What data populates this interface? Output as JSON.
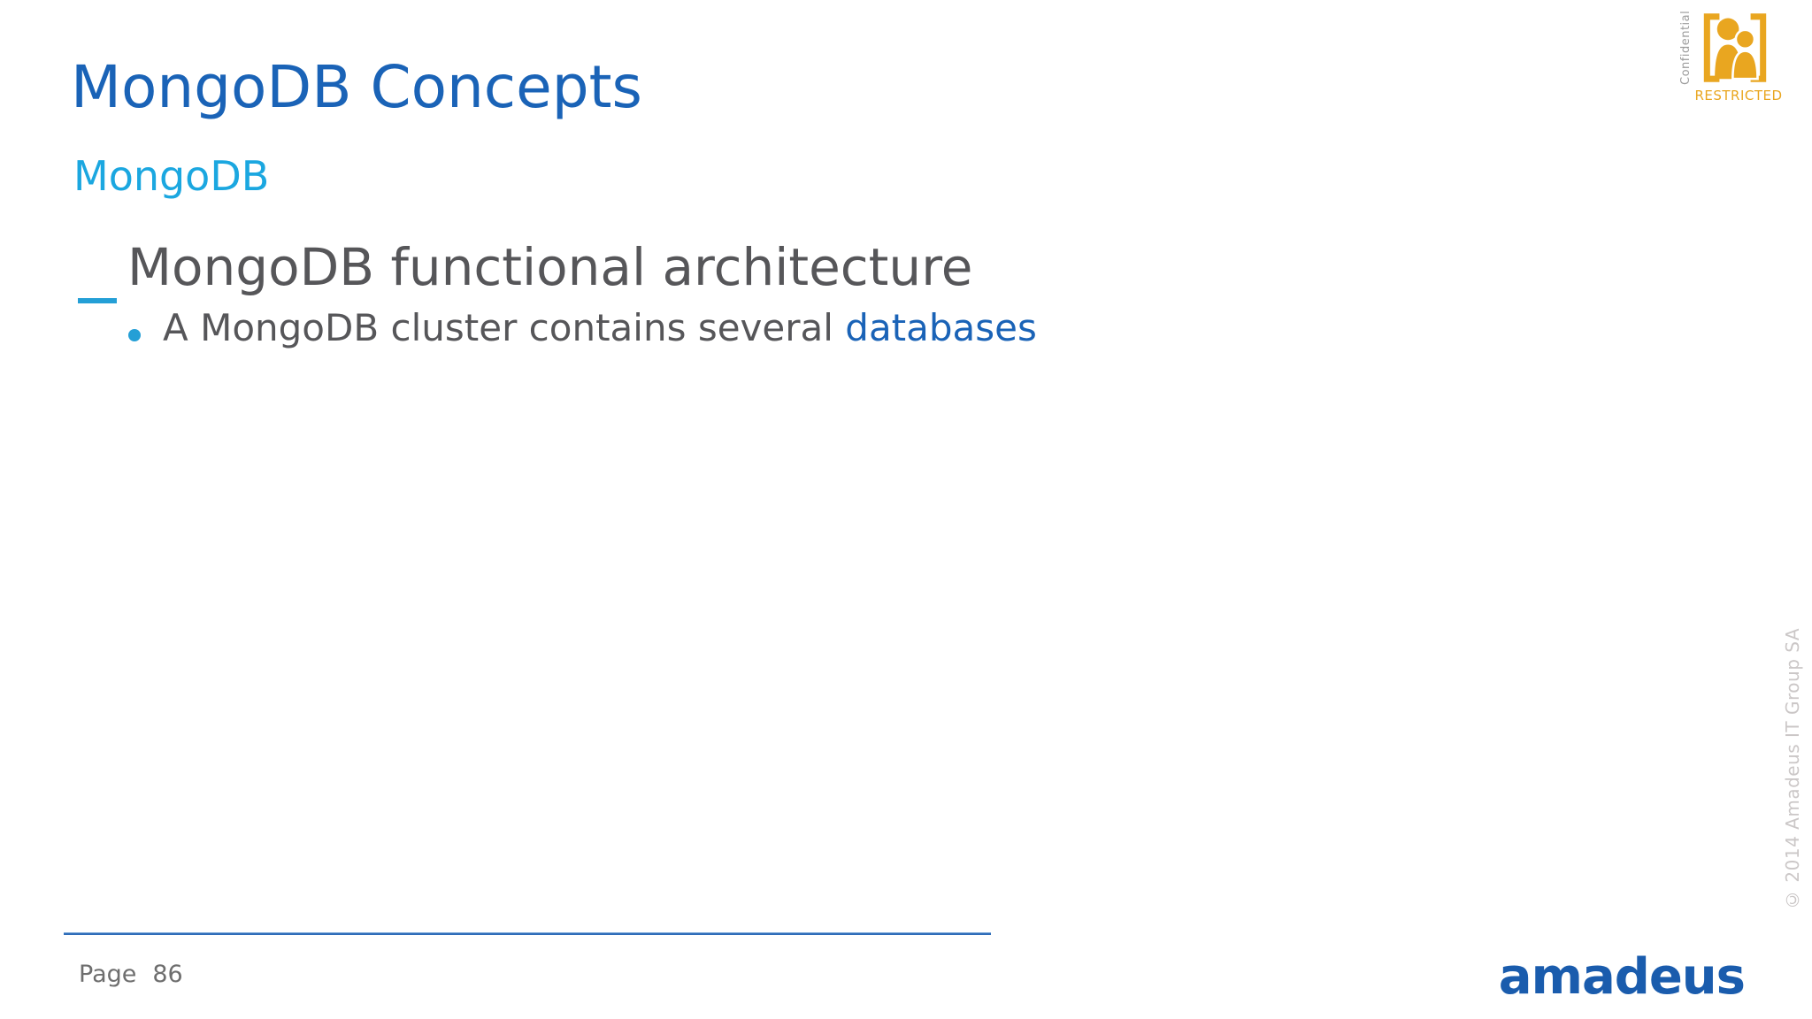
{
  "slide": {
    "title": "MongoDB Concepts",
    "subtitle": "MongoDB",
    "heading": "MongoDB functional architecture",
    "bullet": {
      "text": "A MongoDB cluster contains several",
      "highlight": "databases"
    },
    "footer": {
      "page_label": "Page",
      "page_number": "86",
      "logo_text": "amadeus"
    },
    "classification_badge": {
      "confidential_label": "Confidential",
      "restricted_label": "RESTRICTED"
    },
    "copyright_vertical": "© 2014 Amadeus IT Group SA"
  },
  "colors": {
    "title_blue": "#1a63b7",
    "subtitle_cyan": "#1ba7e0",
    "accent_cyan": "#249fd6",
    "body_gray": "#565659",
    "highlight_blue": "#1a63b7",
    "footer_gray": "#6e6e6e",
    "divider_blue": "#2f6db9",
    "badge_gold": "#e9a620",
    "confidential_gray": "#9c9c9c",
    "copyright_gray": "#cbc7c7",
    "logo_blue": "#1a5cad"
  }
}
